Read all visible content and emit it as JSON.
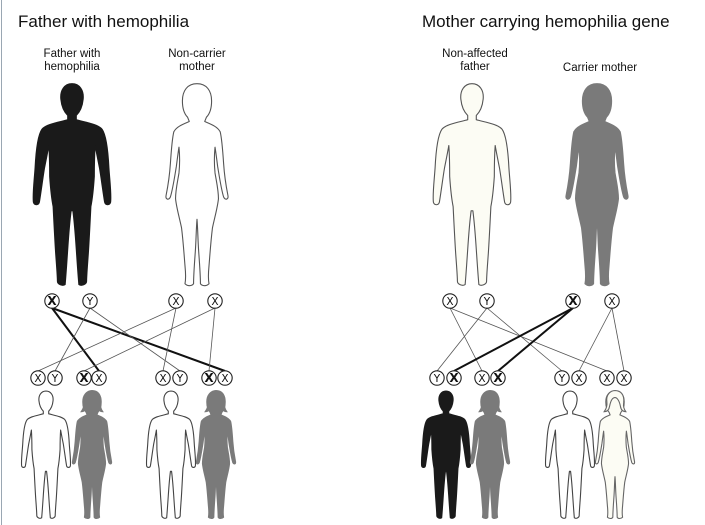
{
  "panels": [
    {
      "title": "Father with hemophilia",
      "parents": [
        {
          "label": "Father with\nhemophilia",
          "fill": "#1a1a1a",
          "stroke": "#1a1a1a",
          "sex": "male"
        },
        {
          "label": "Non-carrier\nmother",
          "fill": "#ffffff",
          "stroke": "#555555",
          "sex": "female"
        }
      ],
      "parent_chromosomes": [
        [
          "X",
          "Y"
        ],
        [
          "X",
          "X"
        ]
      ],
      "parent_affected": [
        [
          true,
          false
        ],
        [
          false,
          false
        ]
      ],
      "children": [
        {
          "chromosomes": [
            "X",
            "Y"
          ],
          "affected": [
            false,
            false
          ],
          "sex": "boy",
          "fill": "#ffffff",
          "stroke": "#444444"
        },
        {
          "chromosomes": [
            "X",
            "X"
          ],
          "affected": [
            true,
            false
          ],
          "sex": "girl",
          "fill": "#7a7a7a",
          "stroke": "#7a7a7a"
        },
        {
          "chromosomes": [
            "X",
            "Y"
          ],
          "affected": [
            false,
            false
          ],
          "sex": "boy",
          "fill": "#ffffff",
          "stroke": "#444444"
        },
        {
          "chromosomes": [
            "X",
            "X"
          ],
          "affected": [
            true,
            false
          ],
          "sex": "girl",
          "fill": "#7a7a7a",
          "stroke": "#7a7a7a"
        }
      ]
    },
    {
      "title": "Mother carrying hemophilia gene",
      "parents": [
        {
          "label": "Non-affected\nfather",
          "fill": "#fcfcf4",
          "stroke": "#555555",
          "sex": "male"
        },
        {
          "label": "Carrier mother",
          "fill": "#7a7a7a",
          "stroke": "#7a7a7a",
          "sex": "female"
        }
      ],
      "parent_chromosomes": [
        [
          "X",
          "Y"
        ],
        [
          "X",
          "X"
        ]
      ],
      "parent_affected": [
        [
          false,
          false
        ],
        [
          true,
          false
        ]
      ],
      "children": [
        {
          "chromosomes": [
            "Y",
            "X"
          ],
          "affected": [
            false,
            true
          ],
          "sex": "boy",
          "fill": "#1a1a1a",
          "stroke": "#1a1a1a"
        },
        {
          "chromosomes": [
            "X",
            "X"
          ],
          "affected": [
            false,
            true
          ],
          "sex": "girl",
          "fill": "#7a7a7a",
          "stroke": "#7a7a7a"
        },
        {
          "chromosomes": [
            "Y",
            "X"
          ],
          "affected": [
            false,
            false
          ],
          "sex": "boy",
          "fill": "#ffffff",
          "stroke": "#444444"
        },
        {
          "chromosomes": [
            "X",
            "X"
          ],
          "affected": [
            false,
            false
          ],
          "sex": "girl",
          "fill": "#fcfcf4",
          "stroke": "#666666"
        }
      ]
    }
  ]
}
